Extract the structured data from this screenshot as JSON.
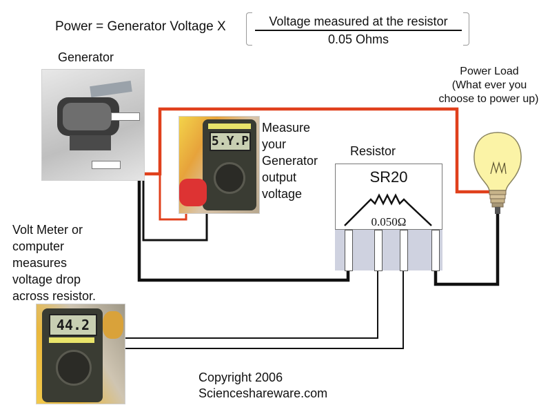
{
  "formula": {
    "lead": "Power = Generator Voltage X",
    "numerator": "Voltage measured at the resistor",
    "denominator": "0.05 Ohms"
  },
  "labels": {
    "generator": "Generator",
    "power_load_line1": "Power Load",
    "power_load_line2": "(What ever you",
    "power_load_line3": "choose to power up)",
    "measure_line1": "Measure",
    "measure_line2": "your",
    "measure_line3": "Generator",
    "measure_line4": "output",
    "measure_line5": "voltage",
    "resistor": "Resistor",
    "voltmeter_line1": "Volt Meter or",
    "voltmeter_line2": "computer",
    "voltmeter_line3": "measures",
    "voltmeter_line4": "voltage drop",
    "voltmeter_line5": "across resistor."
  },
  "resistor": {
    "model": "SR20",
    "value": "0.050Ω"
  },
  "meters": {
    "output_reading": "5.Y.P",
    "drop_reading": "44.2"
  },
  "copyright": {
    "line1": "Copyright 2006",
    "line2": "Scienceshareware.com"
  },
  "colors": {
    "red_wire": "#e0401c",
    "black_wire": "#111111",
    "resistor_body": "#cfd2e0",
    "bulb": "#fbf3a6"
  }
}
